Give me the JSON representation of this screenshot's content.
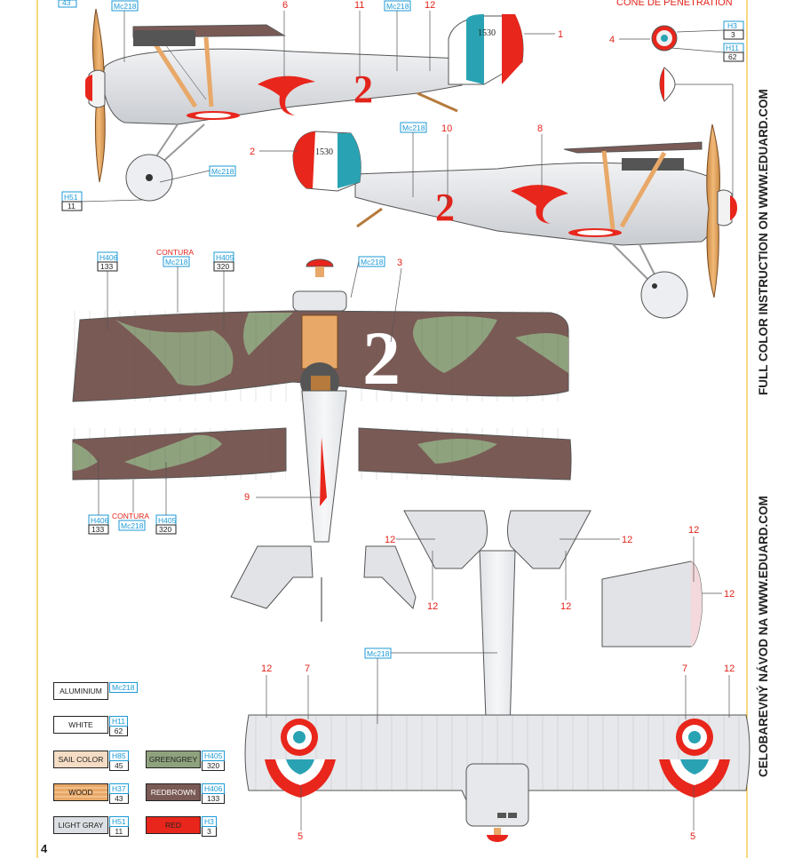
{
  "header_fragment": "CONE DE PENETRATION",
  "top_left_number": "43",
  "side_text_right": "FULL COLOR INSTRUCTION ON WWW.EDUARD.COM",
  "side_text_left": "CELOBAREVNÝ NÁVOD NA WWW.EDUARD.COM",
  "page_number": "4",
  "serial": "1530",
  "marking_2": "2",
  "callouts": {
    "c1": "1",
    "c2": "2",
    "c3": "3",
    "c4": "4",
    "c5a": "5",
    "c5b": "5",
    "c6": "6",
    "c7a": "7",
    "c7b": "7",
    "c8": "8",
    "c9": "9",
    "c10": "10",
    "c11": "11",
    "c12": "12"
  },
  "codes": {
    "mc218": "Mc218",
    "h3": "H3",
    "v3": "3",
    "h11": "H11",
    "v62": "62",
    "h51": "H51",
    "v11": "11",
    "h406": "H406",
    "v133": "133",
    "h405": "H405",
    "v320": "320",
    "contura": "CONTURA"
  },
  "legend": [
    {
      "name": "ALUMINIUM",
      "code1": "Mc218",
      "code2": "",
      "color": "#d7d9dc"
    },
    {
      "name": "WHITE",
      "code1": "H11",
      "code2": "62",
      "color": "#ffffff"
    },
    {
      "name": "SAIL COLOR",
      "code1": "H85",
      "code2": "45",
      "color": "#f5dcc4"
    },
    {
      "name": "GREENGREY",
      "code1": "H405",
      "code2": "320",
      "color": "#8fa27e"
    },
    {
      "name": "WOOD",
      "code1": "H37",
      "code2": "43",
      "color": "#e8a868"
    },
    {
      "name": "REDBROWN",
      "code1": "H406",
      "code2": "133",
      "color": "#7a5a55"
    },
    {
      "name": "LIGHT GRAY",
      "code1": "H51",
      "code2": "11",
      "color": "#dcdfe3"
    },
    {
      "name": "RED",
      "code1": "H3",
      "code2": "3",
      "color": "#e8261c"
    }
  ],
  "colors": {
    "aluminium": "#d7d9dc",
    "red": "#e2231a",
    "blue": "#1c9ad6",
    "roundel_blue": "#29a3b3",
    "greengrey": "#8fa27e",
    "redbrown": "#7a5a55",
    "wood": "#e8a868"
  }
}
